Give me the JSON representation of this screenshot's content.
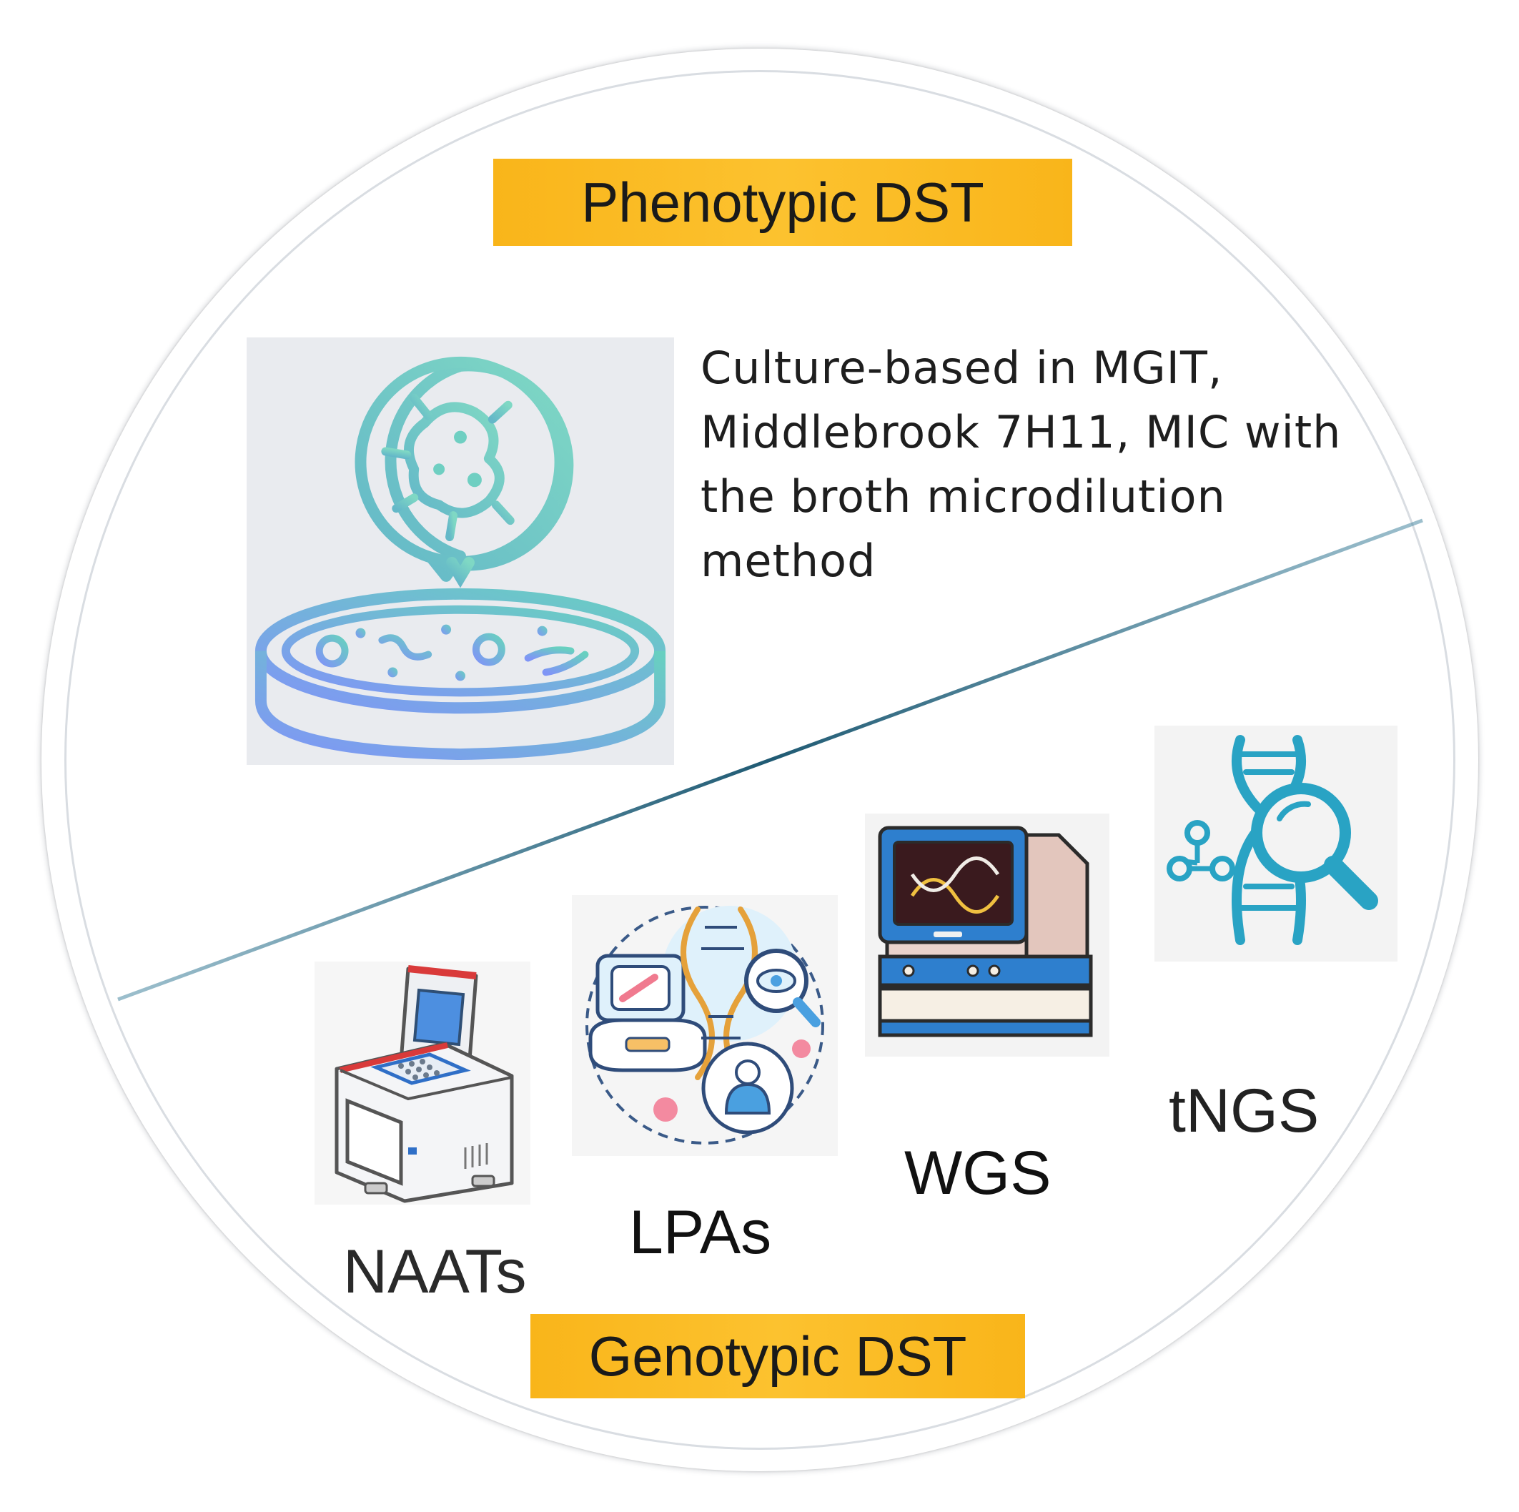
{
  "phenotypic": {
    "title": "Phenotypic DST",
    "description_lines": [
      "Culture-based in MGIT,",
      "Middlebrook 7H11, MIC with",
      "the broth microdilution",
      "method"
    ],
    "icon": "petri-dish-bacteria-icon"
  },
  "genotypic": {
    "title": "Genotypic DST",
    "methods": [
      {
        "label": "NAATs",
        "icon": "thermal-cycler-icon"
      },
      {
        "label": "LPAs",
        "icon": "line-probe-assay-icon"
      },
      {
        "label": "WGS",
        "icon": "sequencer-icon"
      },
      {
        "label": "tNGS",
        "icon": "dna-magnifier-icon"
      }
    ]
  },
  "colors": {
    "banner": "#fbbd20",
    "divider": "#1f5a73",
    "teal": "#5bc7bd",
    "blue": "#6f9cf0"
  }
}
